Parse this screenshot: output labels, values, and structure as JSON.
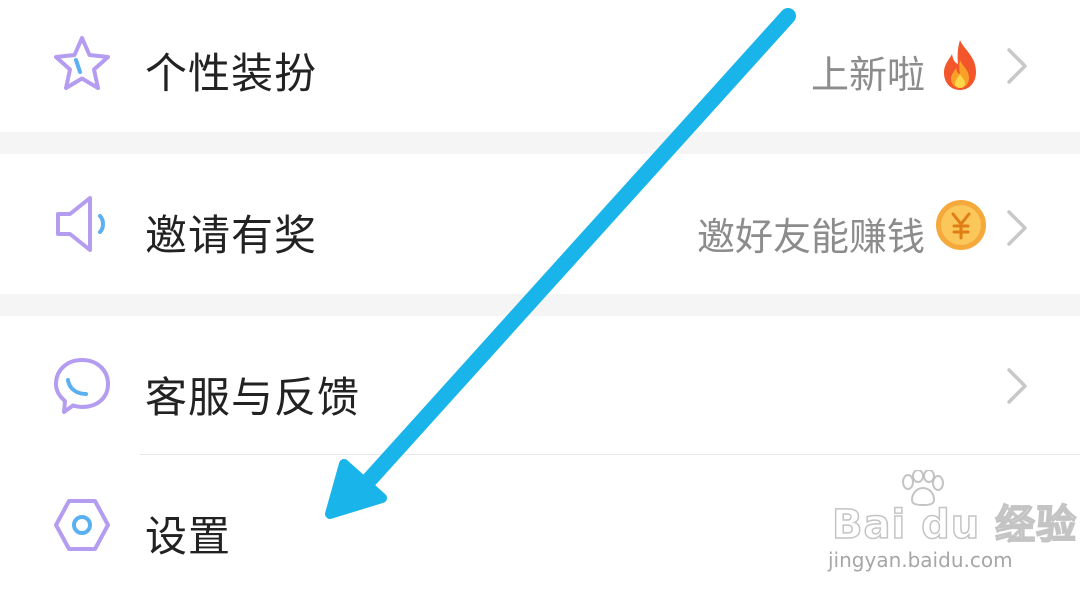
{
  "menu": {
    "items": [
      {
        "label": "个性装扮",
        "extra": "上新啦",
        "badge": "fire-icon"
      },
      {
        "label": "邀请有奖",
        "extra": "邀好友能赚钱",
        "badge": "coin-icon"
      },
      {
        "label": "客服与反馈",
        "extra": "",
        "badge": ""
      },
      {
        "label": "设置",
        "extra": "",
        "badge": ""
      }
    ]
  },
  "watermark": {
    "brand": "Bai du 经验",
    "url": "jingyan.baidu.com"
  },
  "colors": {
    "icon_purple": "#b49cf0",
    "icon_blue": "#5ab0f0",
    "arrow": "#19b4ea",
    "separator": "#f5f5f5",
    "label": "#222222",
    "extra": "#8c8c8c",
    "chevron": "#c8c8c8"
  }
}
